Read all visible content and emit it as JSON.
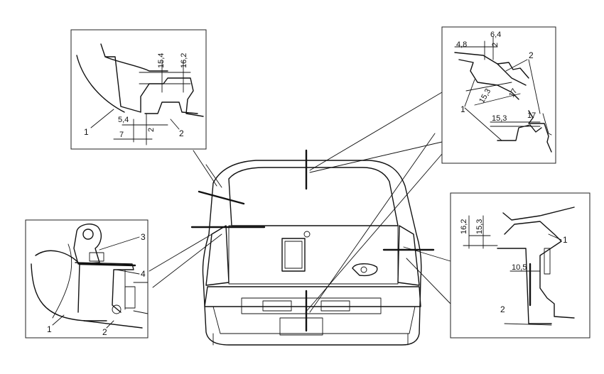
{
  "diagram": {
    "top_left": {
      "dims": [
        "15,4",
        "16,2",
        "5,4",
        "7",
        "2"
      ],
      "labels": [
        "1",
        "2"
      ]
    },
    "top_right": {
      "dims": [
        "4,8",
        "6,4",
        "2",
        "15,3",
        "17",
        "15,3",
        "17"
      ],
      "labels": [
        "1",
        "2"
      ]
    },
    "bottom_left": {
      "labels": [
        "3",
        "4",
        "1",
        "2"
      ]
    },
    "bottom_right": {
      "dims": [
        "16,2",
        "15,3",
        "10,5"
      ],
      "labels": [
        "1",
        "2"
      ]
    }
  }
}
